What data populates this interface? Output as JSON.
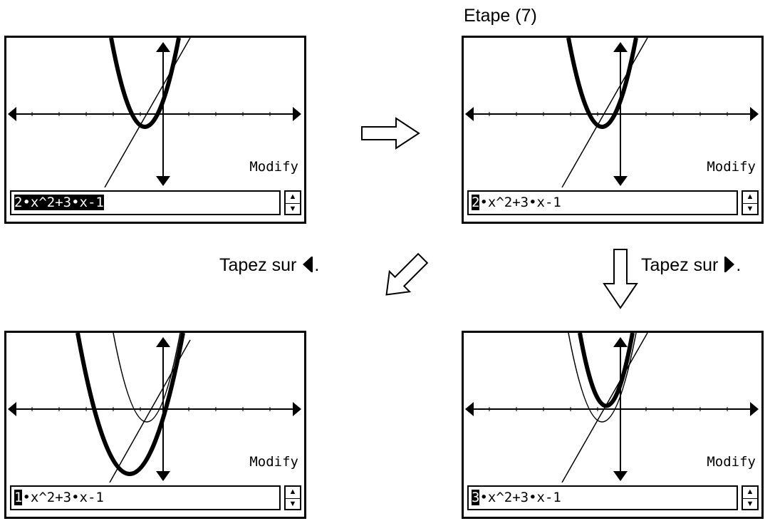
{
  "caption_step": "Etape (7)",
  "caption_left": "Tapez sur",
  "caption_right": "Tapez sur",
  "caption_period": ".",
  "screens": [
    {
      "modify_label": "Modify",
      "expr_highlight": "2•x^2+3•x-1",
      "expr_rest": ""
    },
    {
      "modify_label": "Modify",
      "expr_highlight": "2",
      "expr_rest": "•x^2+3•x-1"
    },
    {
      "modify_label": "Modify",
      "expr_highlight": "1",
      "expr_rest": "•x^2+3•x-1"
    },
    {
      "modify_label": "Modify",
      "expr_highlight": "3",
      "expr_rest": "•x^2+3•x-1"
    }
  ],
  "icons": {
    "left_key": "left-triangle-key-icon",
    "right_key": "right-triangle-key-icon"
  }
}
